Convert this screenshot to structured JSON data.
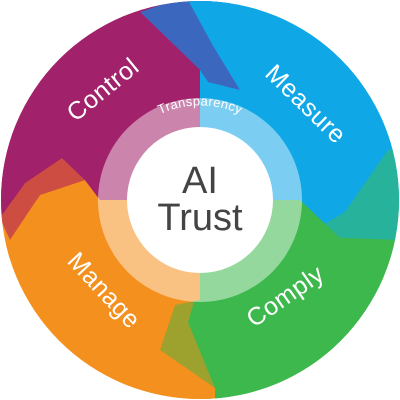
{
  "diagram": {
    "center": {
      "line1": "AI",
      "line2": "Trust"
    },
    "ring_label": "Transparency",
    "segments": [
      {
        "key": "control",
        "label": "Control",
        "color": "#A1216A"
      },
      {
        "key": "measure",
        "label": "Measure",
        "color": "#10A7E6"
      },
      {
        "key": "comply",
        "label": "Comply",
        "color": "#3DB84D"
      },
      {
        "key": "manage",
        "label": "Manage",
        "color": "#F4901E"
      }
    ],
    "blend_colors": {
      "control_measure": "#3C67BE",
      "measure_comply": "#27B39B",
      "comply_manage": "#9CA22D",
      "manage_control": "#CD4D43"
    }
  }
}
